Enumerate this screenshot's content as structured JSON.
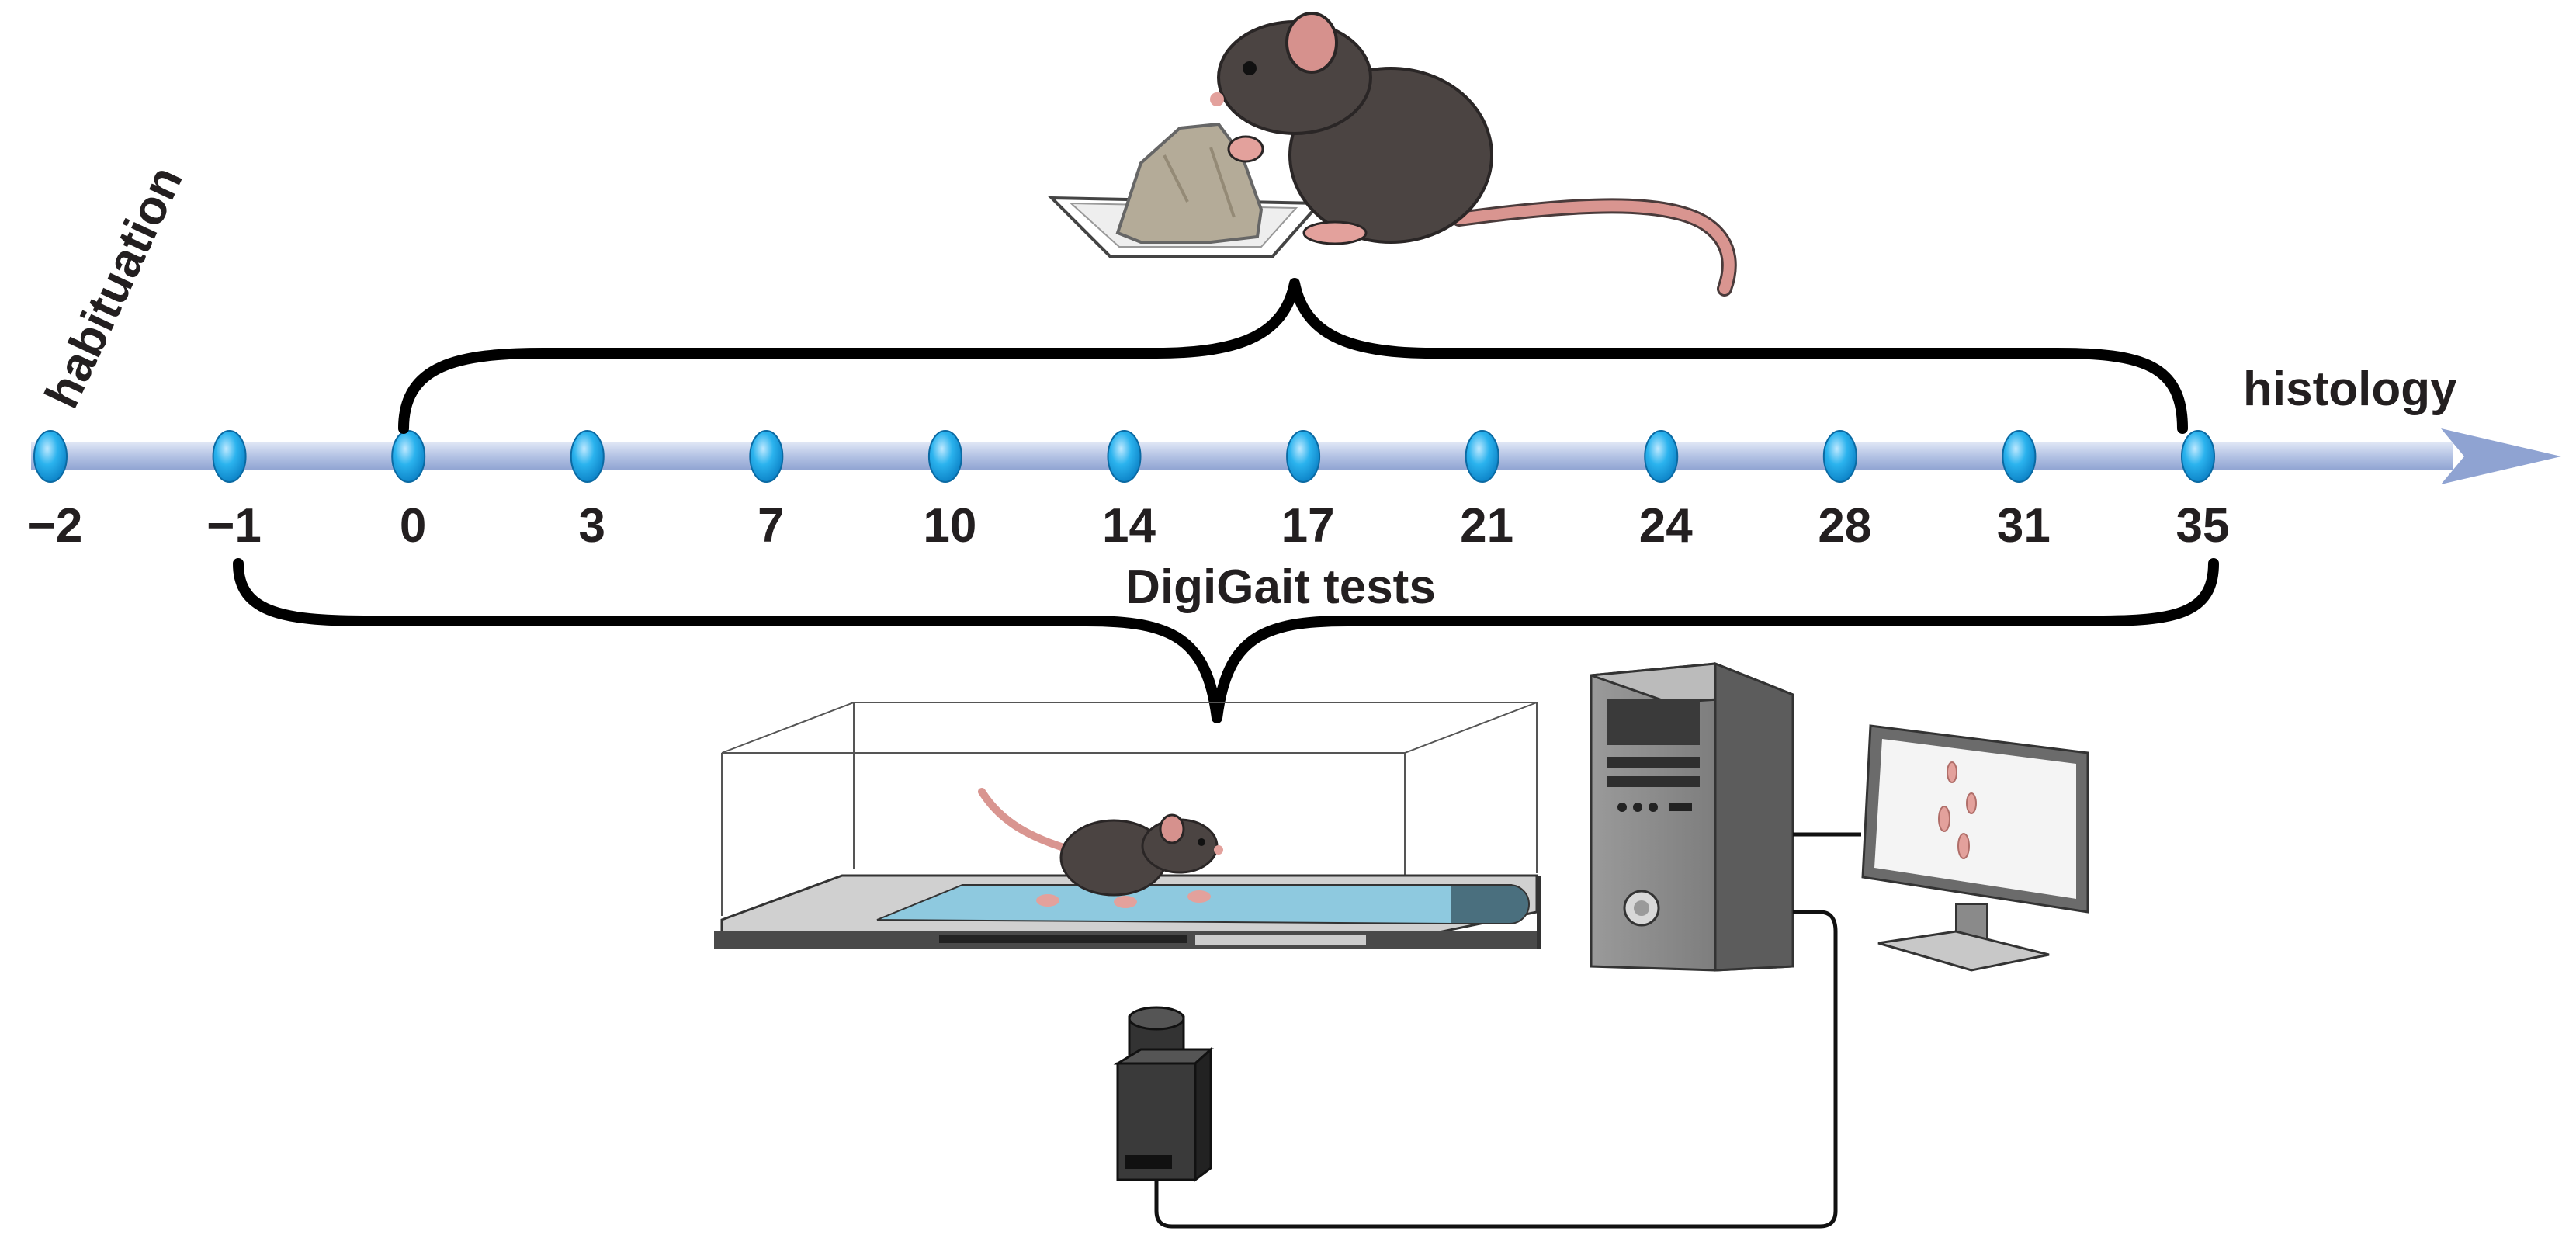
{
  "timeline": {
    "days": [
      "−2",
      "−1",
      "0",
      "3",
      "7",
      "10",
      "14",
      "17",
      "21",
      "24",
      "28",
      "31",
      "35"
    ],
    "start_label": "habituation",
    "end_label": "histology",
    "tests_label": "DigiGait tests"
  },
  "colors": {
    "node": "#1aa3e0",
    "axis": "#b7c6e6",
    "mouse": "#4b4442",
    "belt": "#8ec9df",
    "brace": "#000000"
  },
  "icons": [
    "mouse-eating-icon",
    "treadmill-icon",
    "computer-tower-icon",
    "monitor-icon",
    "camera-icon"
  ]
}
